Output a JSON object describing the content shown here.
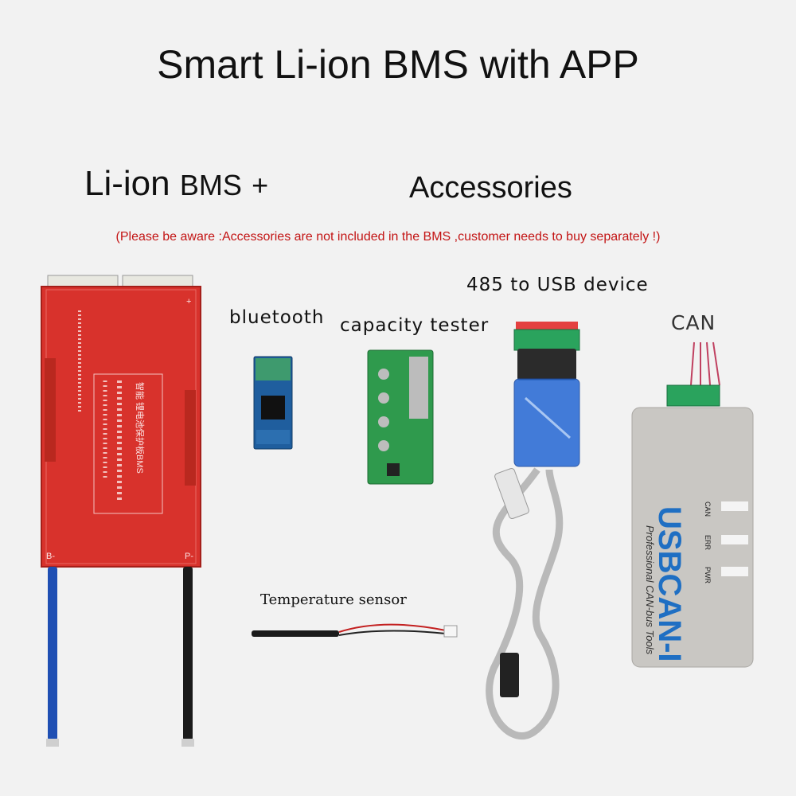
{
  "header": {
    "title": "Smart Li-ion BMS with APP",
    "left_main": "Li-ion",
    "left_bms": "BMS",
    "plus": "+",
    "right": "Accessories",
    "notice": "(Please be aware :Accessories are not included in the BMS ,customer needs to buy separately !)"
  },
  "labels": {
    "bluetooth": "bluetooth",
    "capacity": "capacity tester",
    "usb485": "485 to USB device",
    "can": "CAN",
    "temp": "Temperature sensor"
  },
  "bms_board": {
    "brand_line": "智能 锂电池保护板BMS",
    "plus_mark": "+",
    "b_minus": "B-",
    "p_minus": "P-"
  },
  "usbcan": {
    "brand": "USBCAN-I",
    "tagline": "Professional CAN-bus Tools",
    "leds": [
      "CAN",
      "ERR",
      "PWR"
    ]
  },
  "colors": {
    "board_red": "#d8322c",
    "cable_blue": "#1f4fb3",
    "usb_blue": "#1f6fc3",
    "notice_red": "#c31414"
  }
}
